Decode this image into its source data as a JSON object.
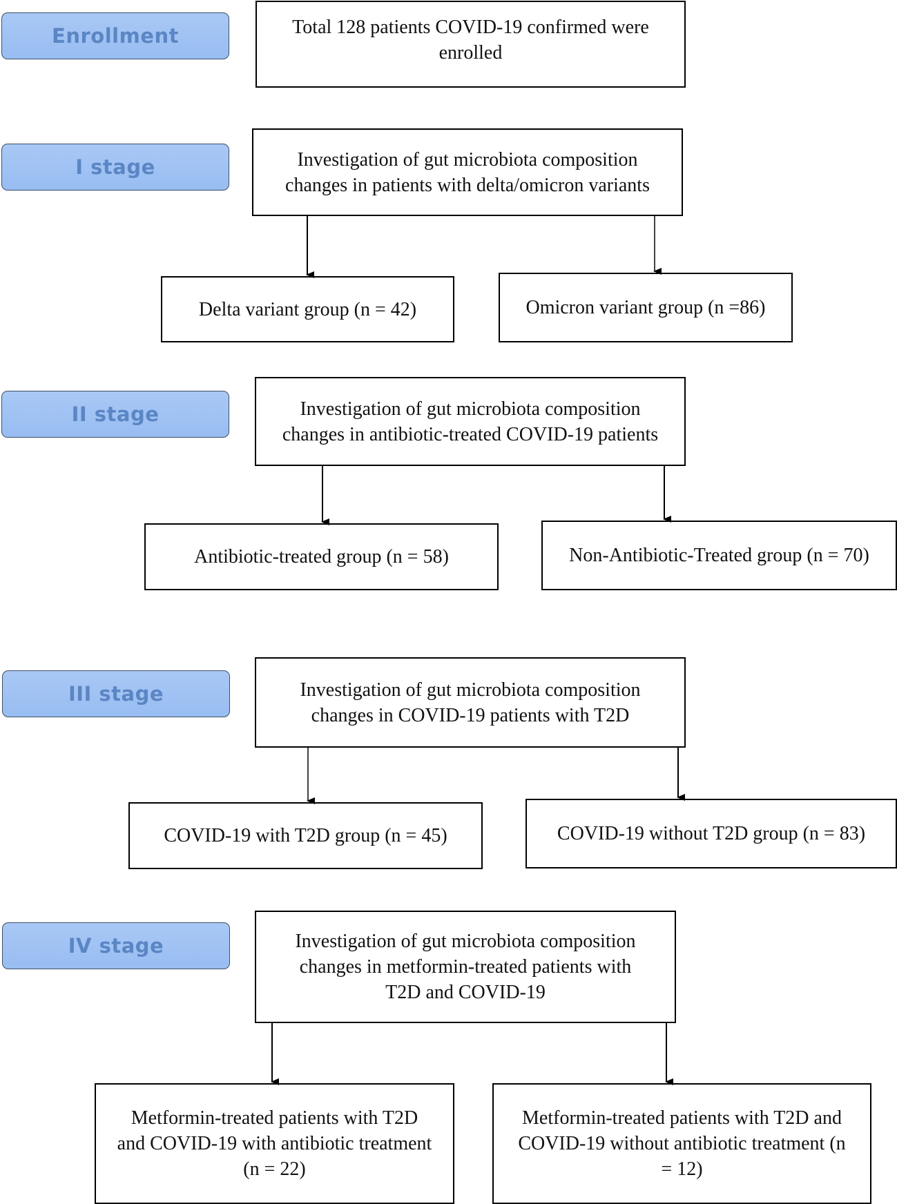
{
  "stages": [
    {
      "label": "Enrollment"
    },
    {
      "label": "I stage"
    },
    {
      "label": "II stage"
    },
    {
      "label": "III stage"
    },
    {
      "label": "IV stage"
    }
  ],
  "enrollment": {
    "text": "Total 128 patients COVID-19 confirmed were enrolled"
  },
  "stage1": {
    "main": "Investigation of gut microbiota composition changes in patients with delta/omicron variants",
    "left": "Delta variant group (n = 42)",
    "right": "Omicron variant group (n =86)"
  },
  "stage2": {
    "main": "Investigation of gut microbiota composition changes in antibiotic-treated COVID-19 patients",
    "left": "Antibiotic-treated group (n = 58)",
    "right": "Non-Antibiotic-Treated group (n = 70)"
  },
  "stage3": {
    "main": "Investigation of gut microbiota composition changes in COVID-19 patients with T2D",
    "left": "COVID-19 with T2D group (n = 45)",
    "right": "COVID-19 without T2D group (n = 83)"
  },
  "stage4": {
    "main": "Investigation of gut microbiota composition changes in metformin-treated patients with T2D and COVID-19",
    "left": "Metformin-treated patients with T2D and COVID-19 with antibiotic treatment (n = 22)",
    "right": "Metformin-treated patients with T2D and COVID-19 without antibiotic treatment (n = 12)"
  }
}
